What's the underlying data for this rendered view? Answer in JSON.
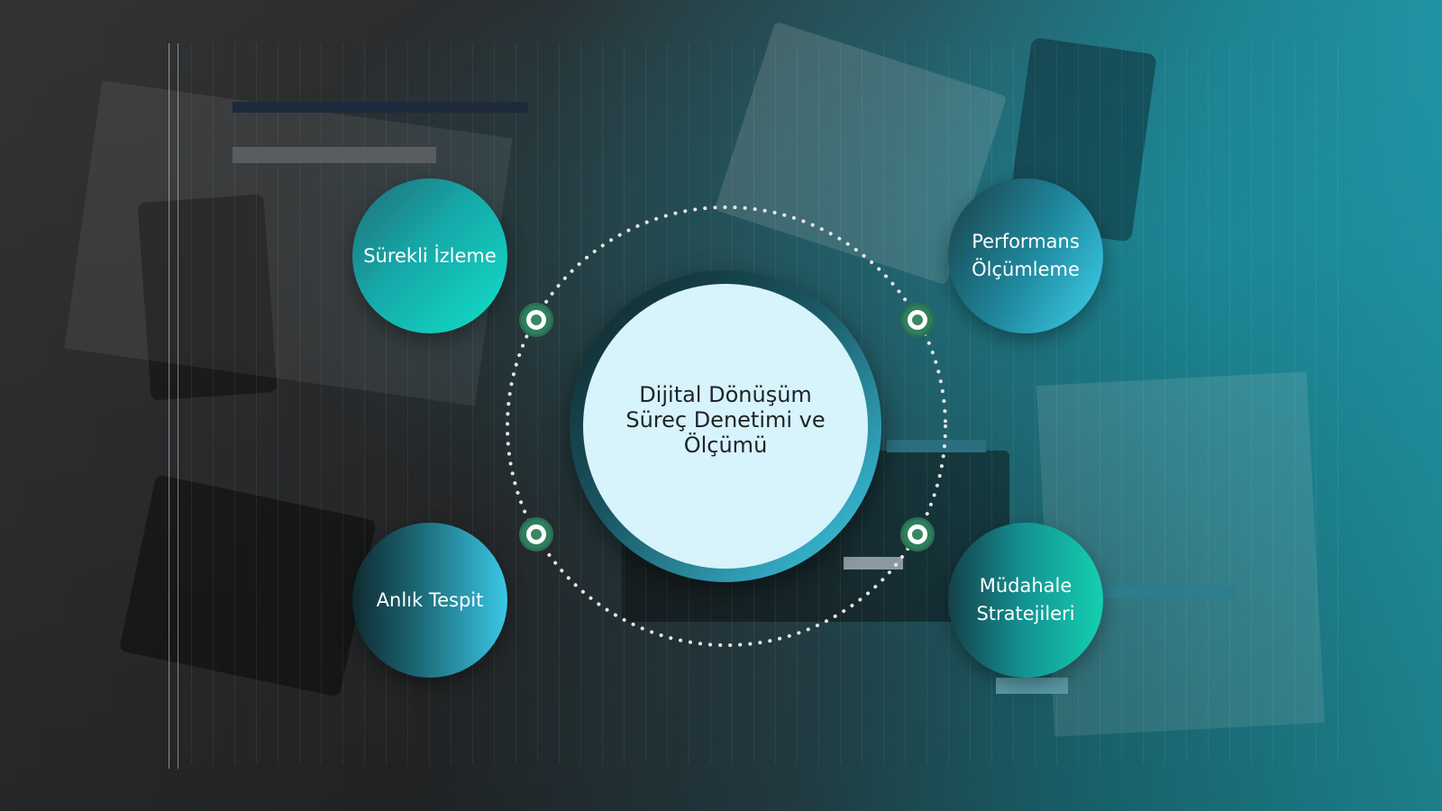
{
  "diagram": {
    "center_title": "Dijital Dönüşüm Süreç Denetimi ve Ölçümü",
    "nodes": [
      {
        "label": "Sürekli İzleme"
      },
      {
        "label": "Performans Ölçümleme"
      },
      {
        "label": "Anlık Tespit"
      },
      {
        "label": "Müdahale Stratejileri"
      }
    ]
  },
  "colors": {
    "background_dark": "#2b2d2f",
    "background_teal": "#26a9b8",
    "center_fill": "#d7f3fc",
    "connector_dot": "#2f7f5d",
    "ring_dots": "#e6e6e6",
    "label_text": "#ffffff"
  }
}
